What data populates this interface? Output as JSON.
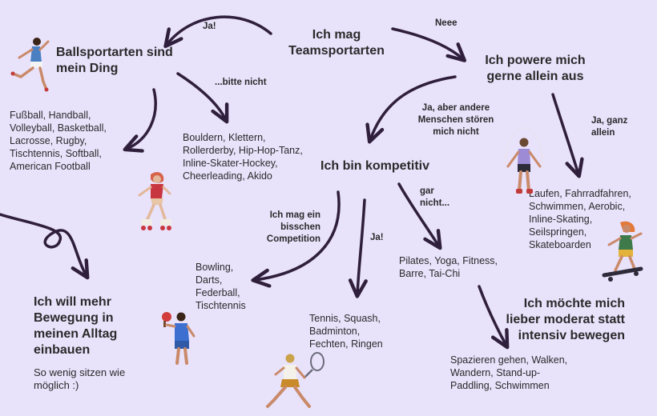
{
  "nodes": {
    "center": "Ich mag Teamsportarten",
    "ball": "Ballsportarten sind mein Ding",
    "alone": "Ich powere mich gerne allein aus",
    "competitive": "Ich bin kompetitiv",
    "everyday": "Ich will mehr Bewegung in meinen Alltag einbauen",
    "everyday_sub": "So wenig sitzen wie möglich :)",
    "moderate": "Ich möchte mich lieber moderat statt intensiv bewegen"
  },
  "edges": {
    "ja": "Ja!",
    "neee": "Neee",
    "bitte_nicht": "...bitte nicht",
    "ja_aber": "Ja, aber andere Menschen stören mich nicht",
    "ja_ganz_allein": "Ja, ganz allein",
    "bisschen": "Ich mag ein bisschen Competition",
    "ja2": "Ja!",
    "gar_nicht": "gar nicht..."
  },
  "lists": {
    "ball_sports": "Fußball, Handball, Volleyball, Basketball, Lacrosse, Rugby, Tischtennis, Softball, American Football",
    "non_ball": "Bouldern, Klettern, Rollerderby, Hip-Hop-Tanz, Inline-Skater-Hockey, Cheerleading, Akido",
    "solo": "Laufen, Fahrradfahren, Schwimmen, Aerobic, Inline-Skating, Seilspringen, Skateboarden",
    "light_comp": "Bowling, Darts, Federball, Tischtennis",
    "comp": "Tennis, Squash, Badminton, Fechten, Ringen",
    "noncomp": "Pilates, Yoga, Fitness, Barre, Tai-Chi",
    "moderate": "Spazieren gehen, Walken, Wandern, Stand-up-Paddling, Schwimmen"
  },
  "colors": {
    "background": "#e9e2fb",
    "text": "#2a2a2a",
    "arrow": "#2f1f3d"
  },
  "figures": [
    "soccer-player-figure",
    "roller-skater-figure",
    "jump-rope-figure",
    "skateboarder-figure",
    "table-tennis-figure",
    "tennis-player-figure"
  ]
}
